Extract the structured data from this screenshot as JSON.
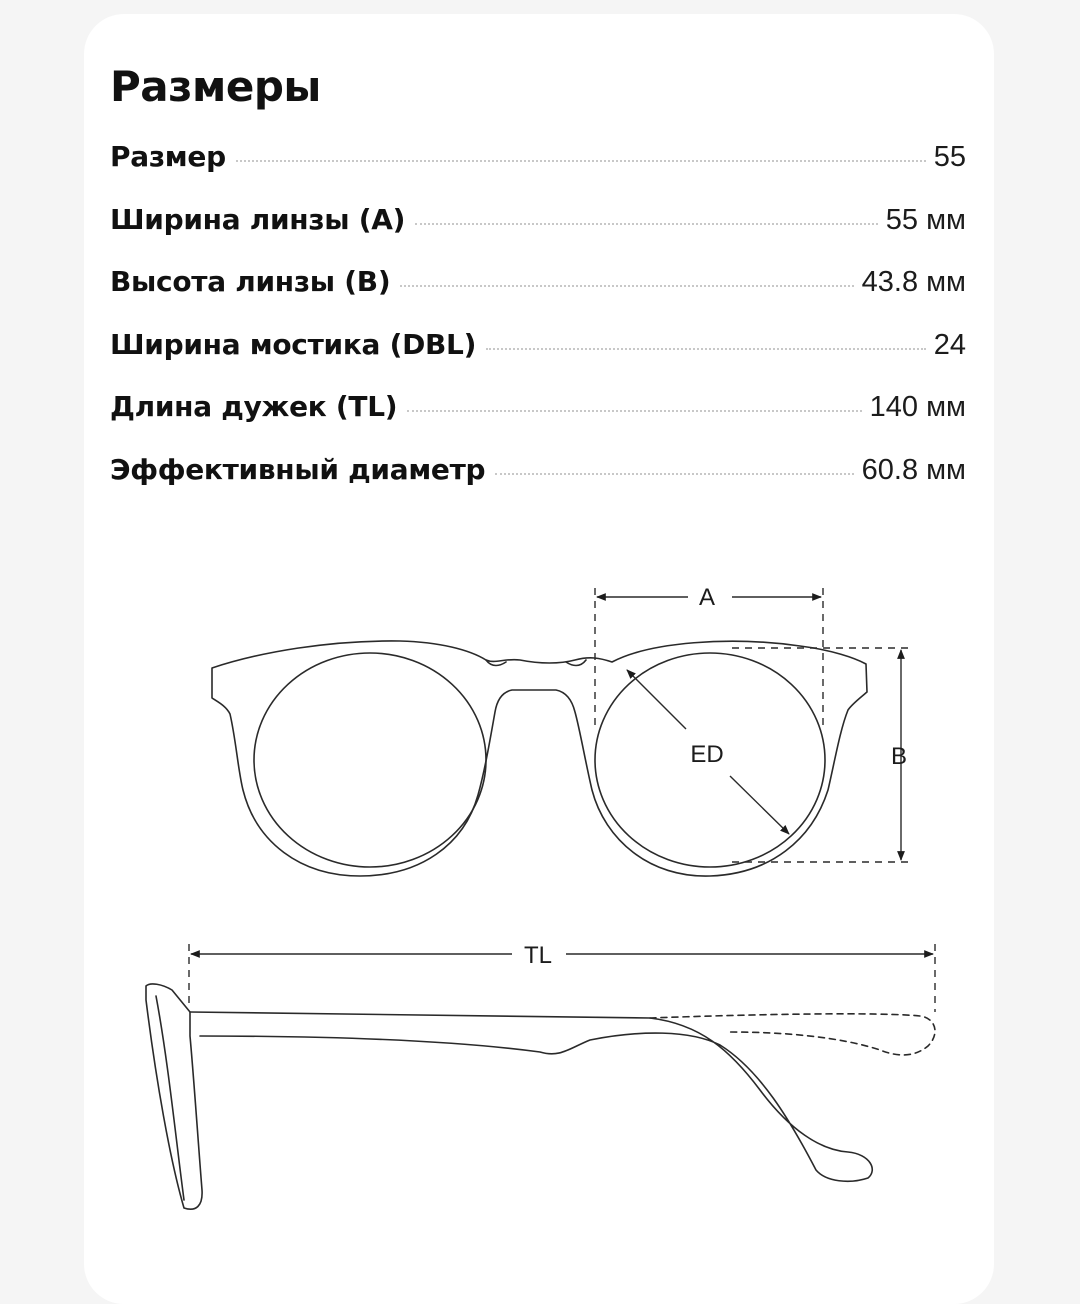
{
  "title": "Размеры",
  "specs": [
    {
      "label": "Размер",
      "value": "55"
    },
    {
      "label": "Ширина линзы (A)",
      "value": "55 мм"
    },
    {
      "label": "Высота линзы (B)",
      "value": "43.8 мм"
    },
    {
      "label": "Ширина мостика (DBL)",
      "value": "24"
    },
    {
      "label": "Длина дужек (TL)",
      "value": "140 мм"
    },
    {
      "label": "Эффективный диаметр",
      "value": "60.8 мм"
    }
  ],
  "diagram": {
    "label_a": "A",
    "label_b": "B",
    "label_ed": "ED",
    "label_tl": "TL"
  }
}
